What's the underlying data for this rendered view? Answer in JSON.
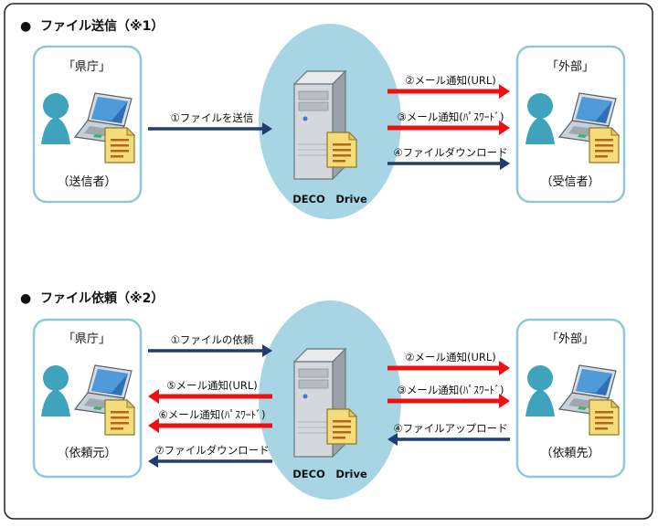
{
  "colors": {
    "frame_border": "#222222",
    "box_border": "#8ec9d6",
    "ellipse_fill": "#a8d5e4",
    "arrow_red": "#ee1111",
    "arrow_navy": "#1f3c73",
    "person": "#3fa3bd",
    "doc": "#f5dc7a"
  },
  "sections": [
    {
      "bullet": "●",
      "title": "ファイル送信（※1）",
      "left_box": {
        "top_label": "「県庁」",
        "bottom_label": "（送信者）"
      },
      "right_box": {
        "top_label": "「外部」",
        "bottom_label": "（受信者）"
      },
      "server_label": "DECO　Drive",
      "left_arrows": [
        {
          "label": "①ファイルを送信",
          "direction": "right",
          "color": "navy"
        }
      ],
      "right_arrows": [
        {
          "label": "②メール通知(URL)",
          "direction": "right",
          "color": "red"
        },
        {
          "label": "③メール通知(ﾊﾟｽﾜｰﾄﾞ)",
          "direction": "right",
          "color": "red"
        },
        {
          "label": "④ファイルダウンロード",
          "direction": "right",
          "color": "navy"
        }
      ]
    },
    {
      "bullet": "●",
      "title": "ファイル依頼（※2）",
      "left_box": {
        "top_label": "「県庁」",
        "bottom_label": "（依頼元）"
      },
      "right_box": {
        "top_label": "「外部」",
        "bottom_label": "（依頼先）"
      },
      "server_label": "DECO　Drive",
      "left_arrows": [
        {
          "label": "①ファイルの依頼",
          "direction": "right",
          "color": "navy"
        },
        {
          "label": "⑤メール通知(URL)",
          "direction": "left",
          "color": "red"
        },
        {
          "label": "⑥メール通知(ﾊﾟｽﾜｰﾄﾞ)",
          "direction": "left",
          "color": "red"
        },
        {
          "label": "⑦ファイルダウンロード",
          "direction": "left",
          "color": "navy"
        }
      ],
      "right_arrows": [
        {
          "label": "②メール通知(URL)",
          "direction": "right",
          "color": "red"
        },
        {
          "label": "③メール通知(ﾊﾟｽﾜｰﾄﾞ)",
          "direction": "right",
          "color": "red"
        },
        {
          "label": "④ファイルアップロード",
          "direction": "left",
          "color": "navy"
        }
      ]
    }
  ]
}
